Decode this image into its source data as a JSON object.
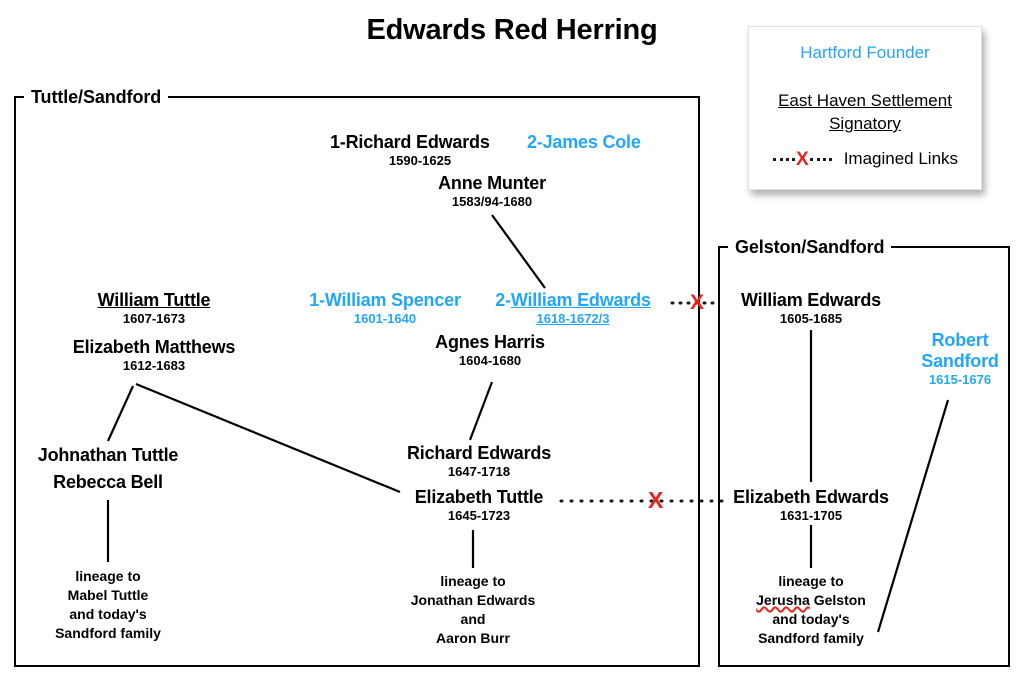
{
  "title": "Edwards Red Herring",
  "colors": {
    "hartford_blue": "#22a7f7",
    "imagined_red": "#e8251b",
    "text_black": "#000000",
    "background": "#ffffff"
  },
  "legend": {
    "hartford_founder": "Hartford Founder",
    "signatory_line1": "East Haven Settlement",
    "signatory_line2": "Signatory",
    "imagined_links": "Imagined Links"
  },
  "groups": {
    "left": {
      "label": "Tuttle/Sandford"
    },
    "right": {
      "label": "Gelston/Sandford"
    }
  },
  "people": {
    "richard_edwards_sr": {
      "prefix": "1-",
      "name": "Richard Edwards",
      "years": "1590-1625"
    },
    "james_cole": {
      "prefix": "2-",
      "name": "James Cole",
      "years": ""
    },
    "anne_munter": {
      "name": "Anne Munter",
      "years": "1583/94-1680"
    },
    "william_tuttle": {
      "name": "William Tuttle",
      "years": "1607-1673"
    },
    "elizabeth_matthews": {
      "name": "Elizabeth Matthews",
      "years": "1612-1683"
    },
    "william_spencer": {
      "prefix": "1-",
      "name": "William Spencer",
      "years": "1601-1640"
    },
    "william_edwards_c": {
      "prefix": "2-",
      "name": "William Edwards",
      "years": "1618-1672/3"
    },
    "agnes_harris": {
      "name": "Agnes Harris",
      "years": "1604-1680"
    },
    "william_edwards_r": {
      "name": "William Edwards",
      "years": "1605-1685"
    },
    "robert_sandford": {
      "name_line1": "Robert",
      "name_line2": "Sandford",
      "years": "1615-1676"
    },
    "johnathan_tuttle": {
      "name": "Johnathan Tuttle",
      "years": ""
    },
    "rebecca_bell": {
      "name": "Rebecca Bell",
      "years": ""
    },
    "richard_edwards_jr": {
      "name": "Richard Edwards",
      "years": "1647-1718"
    },
    "elizabeth_tuttle": {
      "name": "Elizabeth Tuttle",
      "years": "1645-1723"
    },
    "elizabeth_edwards": {
      "name": "Elizabeth Edwards",
      "years": "1631-1705"
    }
  },
  "lineages": {
    "left": [
      "lineage to",
      "Mabel Tuttle",
      "and today's",
      "Sandford family"
    ],
    "center": [
      "lineage to",
      "Jonathan Edwards",
      "and",
      "Aaron Burr"
    ],
    "right_l1": "lineage to",
    "right_name": "Jerusha",
    "right_name_rest": " Gelston",
    "right_l3": "and today's",
    "right_l4": "Sandford family"
  }
}
